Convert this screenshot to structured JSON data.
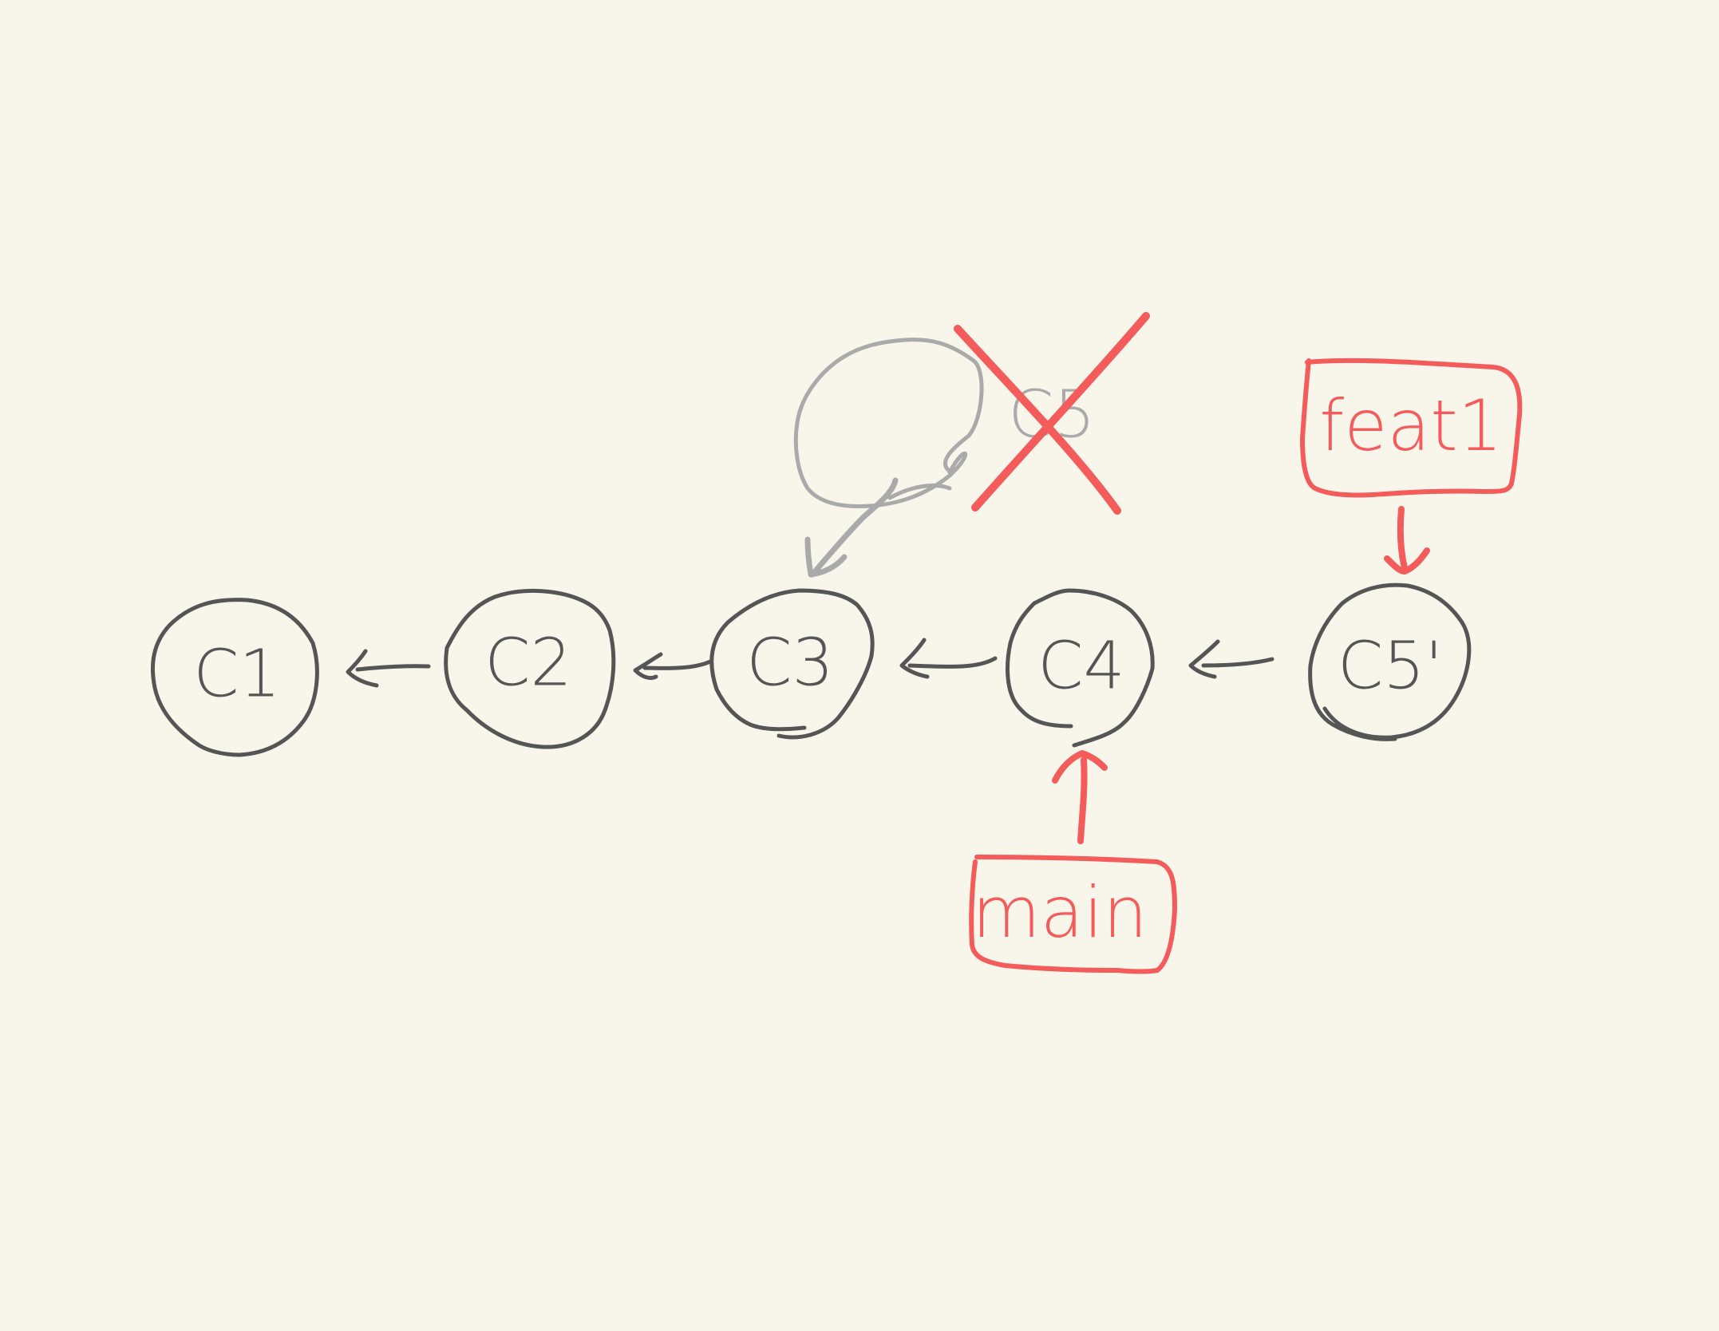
{
  "colors": {
    "background": "#f8f6ea",
    "ink": "#555555",
    "accent": "#f45b5b",
    "faded": "#aaaaaa"
  },
  "commits": [
    {
      "id": "c1",
      "label": "C1",
      "state": "active"
    },
    {
      "id": "c2",
      "label": "C2",
      "state": "active"
    },
    {
      "id": "c3",
      "label": "C3",
      "state": "active"
    },
    {
      "id": "c4",
      "label": "C4",
      "state": "active"
    },
    {
      "id": "c5-rebased",
      "label": "C5'",
      "state": "active"
    },
    {
      "id": "c5-old",
      "label": "C5",
      "state": "discarded"
    }
  ],
  "branches": [
    {
      "id": "feat1",
      "label": "feat1",
      "points_to": "C5'"
    },
    {
      "id": "main",
      "label": "main",
      "points_to": "C4"
    }
  ]
}
